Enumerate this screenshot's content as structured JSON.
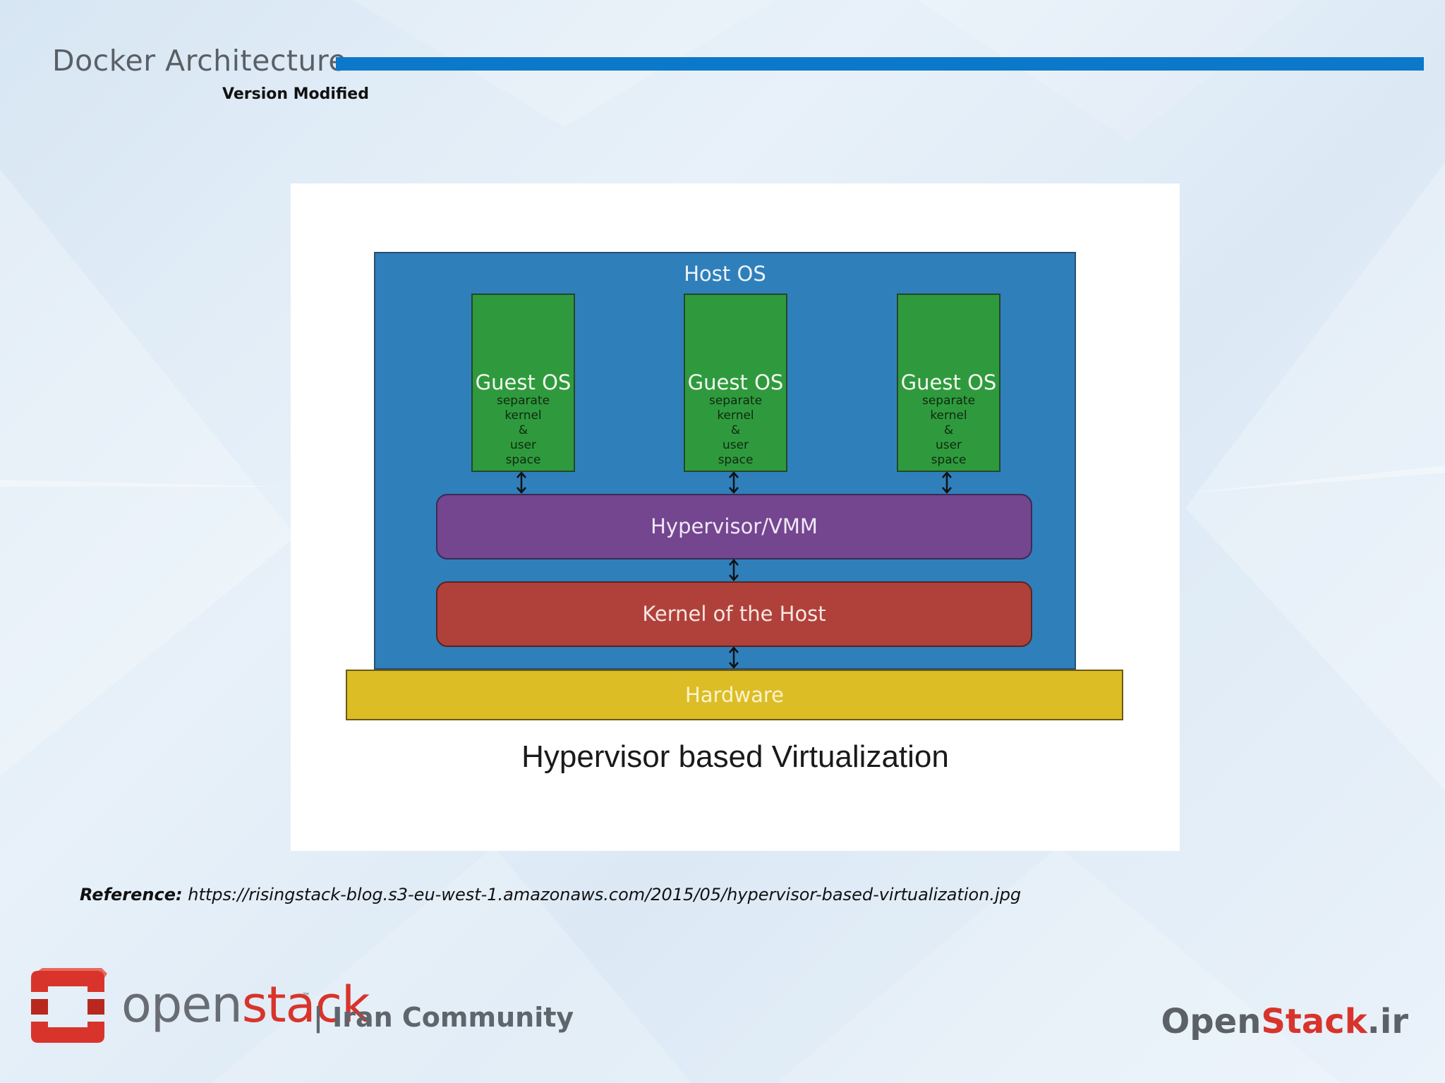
{
  "slide": {
    "title": "Docker Architecture",
    "subtitle": "Version Modified"
  },
  "diagram": {
    "host_os": "Host OS",
    "guests": [
      {
        "title": "Guest OS",
        "lines": [
          "separate",
          "kernel",
          "&",
          "user",
          "space"
        ]
      },
      {
        "title": "Guest OS",
        "lines": [
          "separate",
          "kernel",
          "&",
          "user",
          "space"
        ]
      },
      {
        "title": "Guest OS",
        "lines": [
          "separate",
          "kernel",
          "&",
          "user",
          "space"
        ]
      }
    ],
    "hypervisor": "Hypervisor/VMM",
    "kernel": "Kernel of the Host",
    "hardware": "Hardware",
    "caption": "Hypervisor based Virtualization",
    "colors": {
      "host_os": "#2f7fbb",
      "guest_os": "#2f9a3d",
      "hypervisor": "#74468f",
      "kernel": "#b0413a",
      "hardware": "#dcbd25"
    }
  },
  "reference": {
    "label": "Reference:",
    "url": "https://risingstack-blog.s3-eu-west-1.amazonaws.com/2015/05/hypervisor-based-virtualization.jpg"
  },
  "footer": {
    "logo_open": "open",
    "logo_stack": "stack",
    "trademark": "™",
    "community": "| Iran Community",
    "site_open": "Open",
    "site_stack": "Stack",
    "site_suffix": ".ir"
  },
  "accent_color": "#0b78c9"
}
